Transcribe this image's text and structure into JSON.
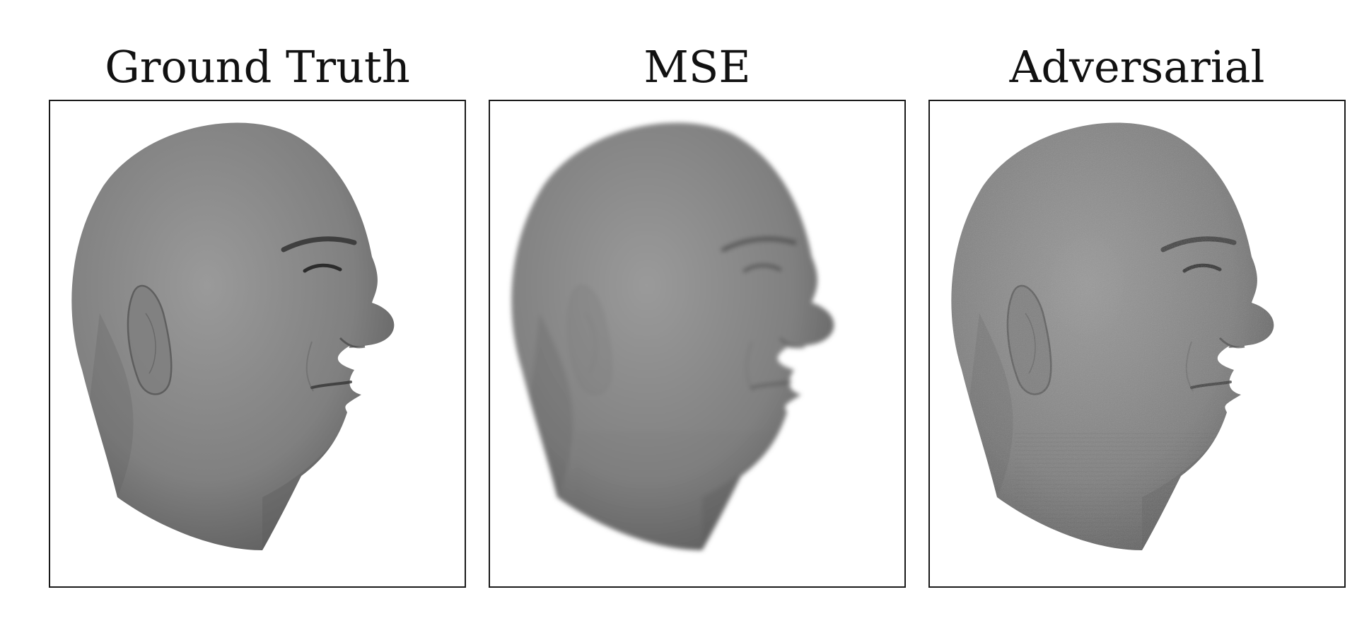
{
  "figure": {
    "panels": [
      {
        "title": "Ground Truth",
        "variant": "sharp"
      },
      {
        "title": "MSE",
        "variant": "blurry"
      },
      {
        "title": "Adversarial",
        "variant": "textured"
      }
    ]
  },
  "colors": {
    "head_light": "#9a9a9a",
    "head_mid": "#808080",
    "head_dark": "#5a5a5a",
    "frame": "#1a1a1a",
    "background": "#ffffff"
  }
}
